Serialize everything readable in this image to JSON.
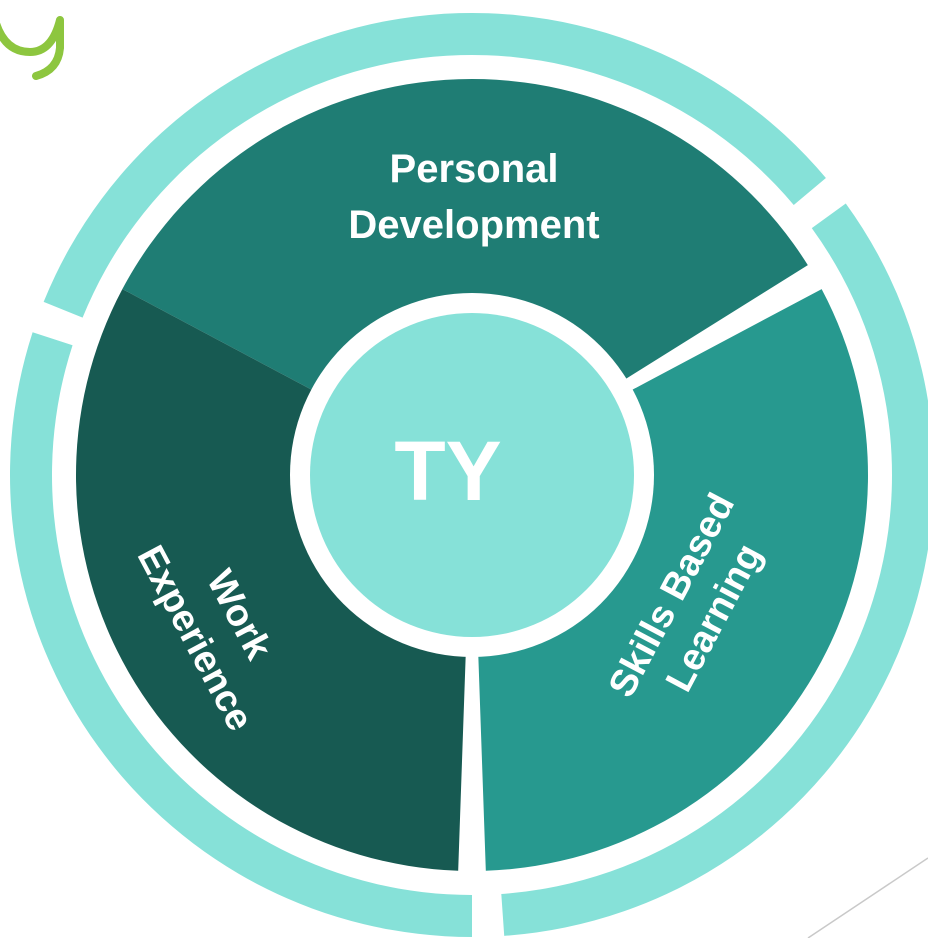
{
  "logo_fragment": {
    "text": "y",
    "color": "#8dc63f"
  },
  "center": {
    "label": "TY",
    "fill": "#86e1d8",
    "text_color": "#ffffff"
  },
  "outer_ring_color": "#86e1d8",
  "segments": [
    {
      "id": "personal-development",
      "lines": [
        "Personal",
        "Development"
      ],
      "fill": "#1f7d74",
      "text_color": "#ffffff"
    },
    {
      "id": "skills-based-learning",
      "lines": [
        "Skills Based",
        "Learning"
      ],
      "fill": "#27998f",
      "text_color": "#ffffff"
    },
    {
      "id": "work-experience",
      "lines": [
        "Work",
        "Experience"
      ],
      "fill": "#175a52",
      "text_color": "#ffffff"
    }
  ]
}
